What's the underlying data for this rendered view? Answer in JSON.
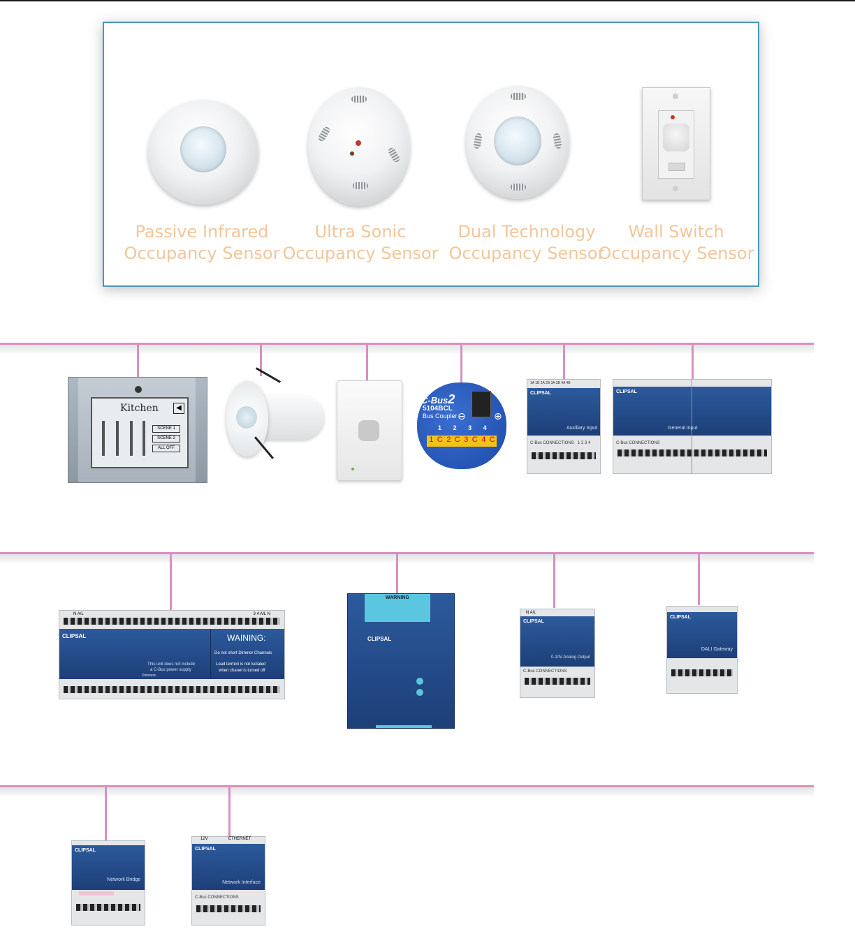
{
  "sensors": [
    {
      "line1": "Passive Infrared",
      "line2": "Occupancy Sensor"
    },
    {
      "line1": "Ultra Sonic",
      "line2": "Occupancy Sensor"
    },
    {
      "line1": "Dual Technology",
      "line2": "Occupancy Sensor"
    },
    {
      "line1": "Wall Switch",
      "line2": "Occupancy Sensor"
    }
  ],
  "devices": {
    "touchscreen": {
      "title": "Kitchen",
      "buttons": [
        "SCENE 1",
        "SCENE 2",
        "ALL OFF"
      ]
    },
    "bus_coupler": {
      "brand": "C-Bus",
      "brand_sup": "2",
      "model": "5104BCL",
      "subtitle": "Bus Coupler",
      "terminals": [
        "1",
        "C",
        "2",
        "C",
        "3",
        "C",
        "4",
        "C"
      ],
      "channels": [
        "1",
        "2",
        "3",
        "4"
      ]
    },
    "auxiliary_input": {
      "top": "1A  1B    2A  2B  3A  3B     4A  4B",
      "brand": "CLIPSAL",
      "label": "Auxiliary Input",
      "connections": "C-Bus CONNECTIONS",
      "numbers": "1 2 3 4"
    },
    "general_input": {
      "brand": "CLIPSAL",
      "label": "General Input",
      "connections": "C-Bus CONNECTIONS"
    },
    "dimmer": {
      "brand": "CLIPSAL",
      "warning_title": "WAINING:",
      "warning_line1": "Do not short Dimmer Channels",
      "warning_line2": "Load termini is not isolated",
      "warning_line3": "when chanel is turned off",
      "note_line1": "This unit does not include",
      "note_line2": "a C-Bus power supply",
      "label": "Dimmers",
      "top_left": "N   A/L",
      "top_right": "3  4    A/L  N"
    },
    "power_supply": {
      "warning": "WARNING",
      "brand": "CLIPSAL"
    },
    "analog_output": {
      "brand": "CLIPSAL",
      "label": "0-10V Analog Output",
      "top": "N   A/L",
      "connections": "C-Bus CONNECTIONS"
    },
    "dali_gateway": {
      "brand": "CLIPSAL",
      "label": "DALI Gateway"
    },
    "network_bridge": {
      "brand": "CLIPSAL",
      "label": "Network Bridge"
    },
    "network_interface": {
      "brand": "CLIPSAL",
      "label": "Network Interface",
      "top_left": "12V",
      "top_right": "ETHERNET",
      "connections": "C-Bus CONNECTIONS"
    }
  },
  "colors": {
    "bus_line": "#d98fc0",
    "sensor_label": "#f2c69a",
    "box_border": "#4a97b6",
    "module_blue": "#2c5a9c"
  }
}
